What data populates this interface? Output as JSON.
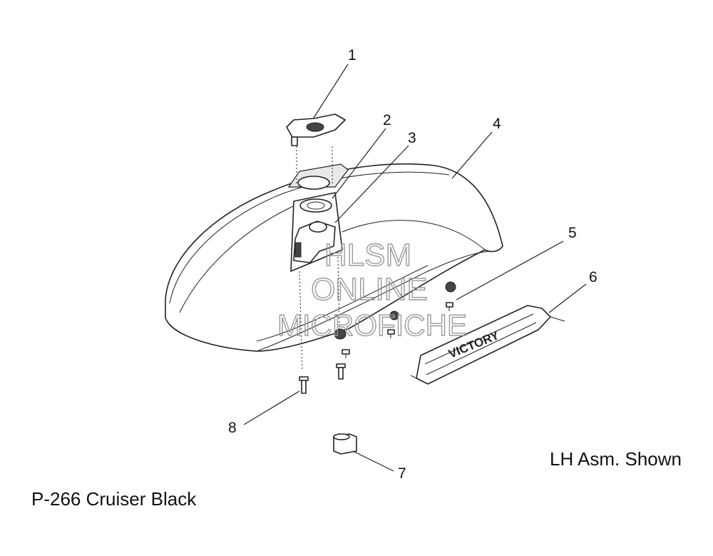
{
  "callouts": [
    "1",
    "2",
    "3",
    "4",
    "5",
    "6",
    "7",
    "8"
  ],
  "watermark": {
    "line1": "HLSM",
    "line2": "ONLINE",
    "line3": "MICROFICHE"
  },
  "badge_text": "VICTORY",
  "note": "LH Asm. Shown",
  "caption": "P-266  Cruiser Black"
}
